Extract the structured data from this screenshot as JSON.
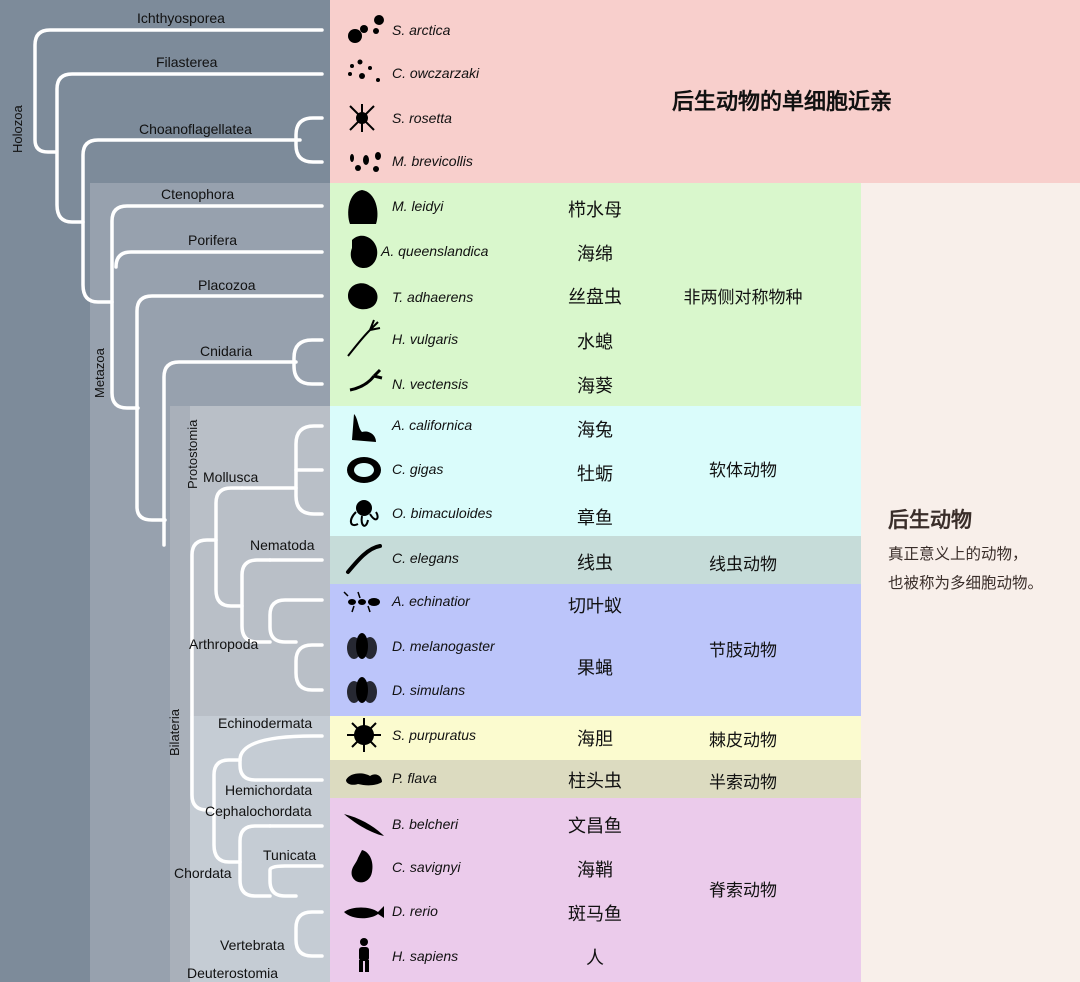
{
  "tree": {
    "vertical_labels": {
      "holozoa": "Holozoa",
      "metazoa": "Metazoa",
      "protostomia": "Protostomia",
      "bilateria": "Bilateria"
    },
    "clades": {
      "ichthyosporea": "Ichthyosporea",
      "filasterea": "Filasterea",
      "choanoflagellatea": "Choanoflagellatea",
      "ctenophora": "Ctenophora",
      "porifera": "Porifera",
      "placozoa": "Placozoa",
      "cnidaria": "Cnidaria",
      "mollusca": "Mollusca",
      "nematoda": "Nematoda",
      "arthropoda": "Arthropoda",
      "echinodermata": "Echinodermata",
      "hemichordata": "Hemichordata",
      "cephalochordata": "Cephalochordata",
      "chordata": "Chordata",
      "tunicata": "Tunicata",
      "vertebrata": "Vertebrata",
      "deuterostomia": "Deuterostomia"
    }
  },
  "species": [
    {
      "name": "S. arctica",
      "cn": ""
    },
    {
      "name": "C. owczarzaki",
      "cn": ""
    },
    {
      "name": "S. rosetta",
      "cn": ""
    },
    {
      "name": "M. brevicollis",
      "cn": ""
    },
    {
      "name": "M. leidyi",
      "cn": "栉水母"
    },
    {
      "name": "A. queenslandica",
      "cn": "海绵"
    },
    {
      "name": "T. adhaerens",
      "cn": "丝盘虫"
    },
    {
      "name": "H. vulgaris",
      "cn": "水螅"
    },
    {
      "name": "N. vectensis",
      "cn": "海葵"
    },
    {
      "name": "A. californica",
      "cn": "海兔"
    },
    {
      "name": "C. gigas",
      "cn": "牡蛎"
    },
    {
      "name": "O. bimaculoides",
      "cn": "章鱼"
    },
    {
      "name": "C. elegans",
      "cn": "线虫"
    },
    {
      "name": "A. echinatior",
      "cn": "切叶蚁"
    },
    {
      "name": "D. melanogaster",
      "cn": ""
    },
    {
      "name": "D. simulans",
      "cn": ""
    },
    {
      "name": "S. purpuratus",
      "cn": "海胆"
    },
    {
      "name": "P. flava",
      "cn": "柱头虫"
    },
    {
      "name": "B. belcheri",
      "cn": "文昌鱼"
    },
    {
      "name": "C. savignyi",
      "cn": "海鞘"
    },
    {
      "name": "D. rerio",
      "cn": "斑马鱼"
    },
    {
      "name": "H. sapiens",
      "cn": "人"
    }
  ],
  "drosophila_cn": "果蝇",
  "groups": {
    "unicellular": "后生动物的单细胞近亲",
    "nonbilateral": "非两侧对称物种",
    "mollusc": "软体动物",
    "nematode": "线虫动物",
    "arthropod": "节肢动物",
    "echinoderm": "棘皮动物",
    "hemichordate": "半索动物",
    "chordate": "脊索动物"
  },
  "metazoa_note": {
    "title": "后生动物",
    "line1": "真正意义上的动物，",
    "line2": "也被称为多细胞动物。"
  },
  "colors": {
    "holozoa_band": "#7d8b9a",
    "metazoa_band": "#97a1ae",
    "bilateria_band": "#a9b0ba",
    "protostomia_band": "#b9bfc7",
    "deuterostomia_band": "#c5ccd4",
    "unicellular_row": "#f8cfcc",
    "nonbilateral_row": "#d9f7cc",
    "mollusc_row": "#dafcfb",
    "nematode_row": "#c6dcd9",
    "arthropod_row": "#bcc5fa",
    "echinoderm_row": "#fbfbcf",
    "hemichordate_row": "#dcdbc0",
    "chordate_row": "#ebcbeb",
    "note_bg": "#f8efea"
  }
}
